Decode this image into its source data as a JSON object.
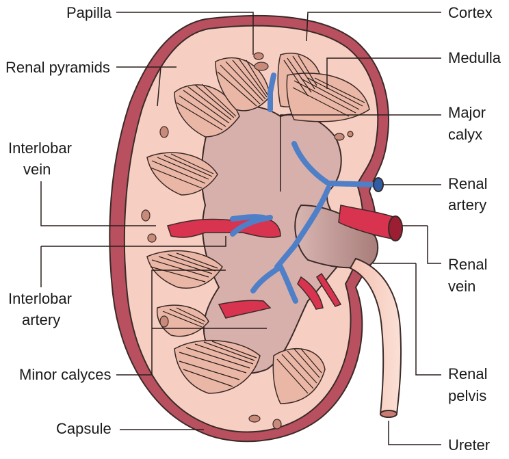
{
  "labels": {
    "papilla": "Papilla",
    "renal_pyramids": "Renal pyramids",
    "interlobar_vein_1": "Interlobar",
    "interlobar_vein_2": "vein",
    "interlobar_artery_1": "Interlobar",
    "interlobar_artery_2": "artery",
    "minor_calyces": "Minor calyces",
    "capsule": "Capsule",
    "cortex": "Cortex",
    "medulla": "Medulla",
    "major_calyx_1": "Major",
    "major_calyx_2": "calyx",
    "renal_artery_1": "Renal",
    "renal_artery_2": "artery",
    "renal_vein_1": "Renal",
    "renal_vein_2": "vein",
    "renal_pelvis_1": "Renal",
    "renal_pelvis_2": "pelvis",
    "ureter": "Ureter"
  },
  "colors": {
    "capsule_outer": "#b8505f",
    "cortex": "#f6cfc2",
    "medulla": "#eab7a6",
    "pelvis": "#d7b0ac",
    "vein": "#4f7fc7",
    "artery": "#d8334f",
    "ureter": "#f7cbbd",
    "outline": "#3a2a28"
  }
}
